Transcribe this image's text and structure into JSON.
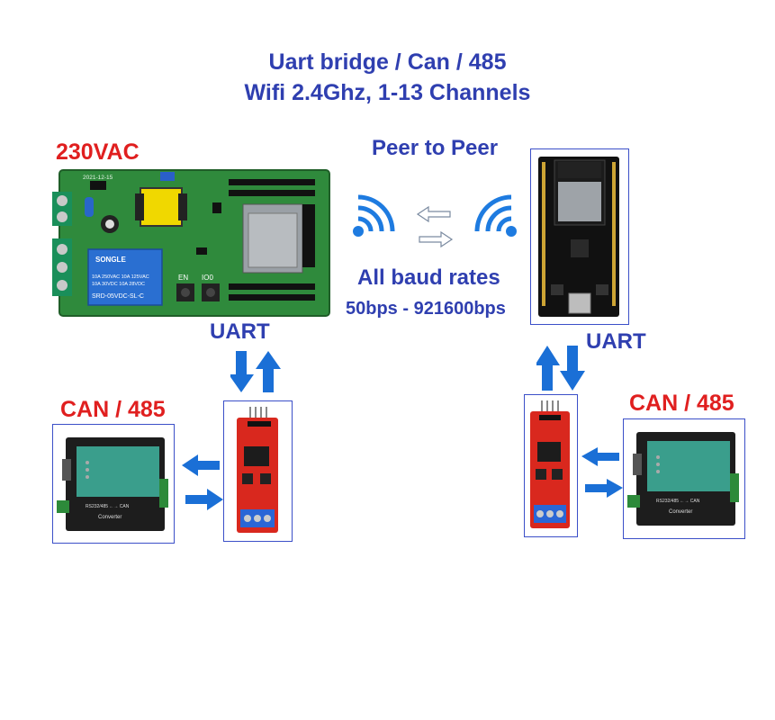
{
  "title": {
    "line1": "Uart bridge / Can / 485",
    "line2": "Wifi 2.4Ghz, 1-13 Channels"
  },
  "left_board": {
    "voltage_label": "230VAC",
    "date_marking": "2021-12-15",
    "relay_brand": "SONGLE",
    "relay_line1": "10A 250VAC  10A 125VAC",
    "relay_line2": "10A 30VDC   10A 28VDC",
    "relay_model": "SRD-05VDC-SL-C",
    "button_en": "EN",
    "button_io0": "IO0"
  },
  "center": {
    "peer_label": "Peer to Peer",
    "baud_label": "All baud rates",
    "baud_range": "50bps - 921600bps"
  },
  "left_uart_label": "UART",
  "right_uart_label": "UART",
  "left_can_label": "CAN / 485",
  "right_can_label": "CAN / 485",
  "converter": {
    "port_label": "RS232/485 ←→ CAN",
    "name": "Converter"
  },
  "colors": {
    "title_blue": "#2f3fb0",
    "label_red": "#e01f1f",
    "arrow_blue": "#1a6fd6",
    "wifi_blue": "#1e7be0",
    "pcb_green": "#2f8a3c",
    "transceiver_red": "#d9281e"
  }
}
